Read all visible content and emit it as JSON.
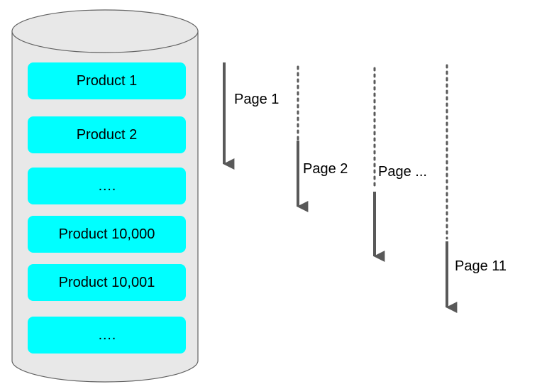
{
  "database": {
    "items": [
      {
        "label": "Product 1"
      },
      {
        "label": "Product 2"
      },
      {
        "label": "…."
      },
      {
        "label": "Product 10,000"
      },
      {
        "label": "Product 10,001"
      },
      {
        "label": "…."
      }
    ]
  },
  "pages": [
    {
      "label": "Page 1"
    },
    {
      "label": "Page 2"
    },
    {
      "label": "Page ..."
    },
    {
      "label": "Page 11"
    }
  ],
  "colors": {
    "item_fill": "#00ffff",
    "cylinder_fill": "#e8e8e8",
    "cylinder_stroke": "#616161",
    "arrow": "#595959"
  }
}
